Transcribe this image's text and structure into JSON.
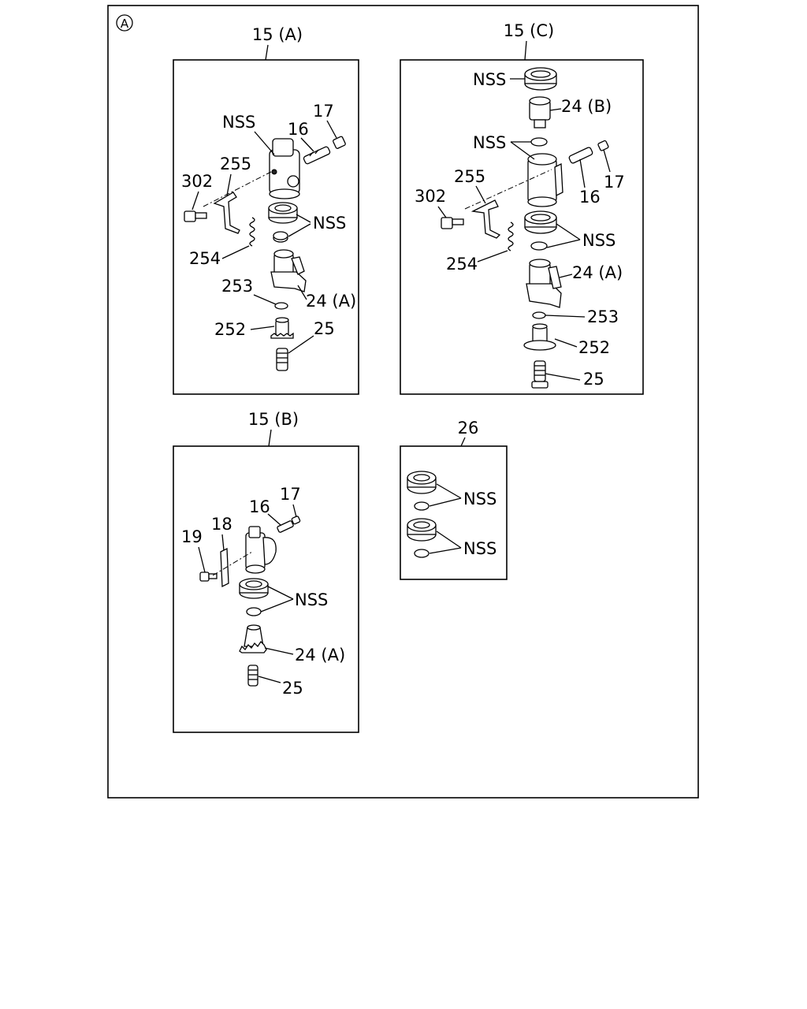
{
  "marker": "A",
  "panels": {
    "a": {
      "title": "15 (A)",
      "labels": {
        "nss1": "NSS",
        "p17": "17",
        "p16": "16",
        "p255": "255",
        "p302": "302",
        "nss2": "NSS",
        "p254": "254",
        "p253": "253",
        "p24a": "24 (A)",
        "p252": "252",
        "p25": "25"
      }
    },
    "c": {
      "title": "15 (C)",
      "labels": {
        "nss1": "NSS",
        "p24b": "24 (B)",
        "nss2": "NSS",
        "p255": "255",
        "p302": "302",
        "p16": "16",
        "p17": "17",
        "nss3": "NSS",
        "p254": "254",
        "p24a": "24 (A)",
        "p253": "253",
        "p252": "252",
        "p25": "25"
      }
    },
    "b": {
      "title": "15 (B)",
      "labels": {
        "p17": "17",
        "p16": "16",
        "p18": "18",
        "p19": "19",
        "nss": "NSS",
        "p24a": "24 (A)",
        "p25": "25"
      }
    },
    "k": {
      "title": "26",
      "labels": {
        "nss1": "NSS",
        "nss2": "NSS"
      }
    }
  }
}
